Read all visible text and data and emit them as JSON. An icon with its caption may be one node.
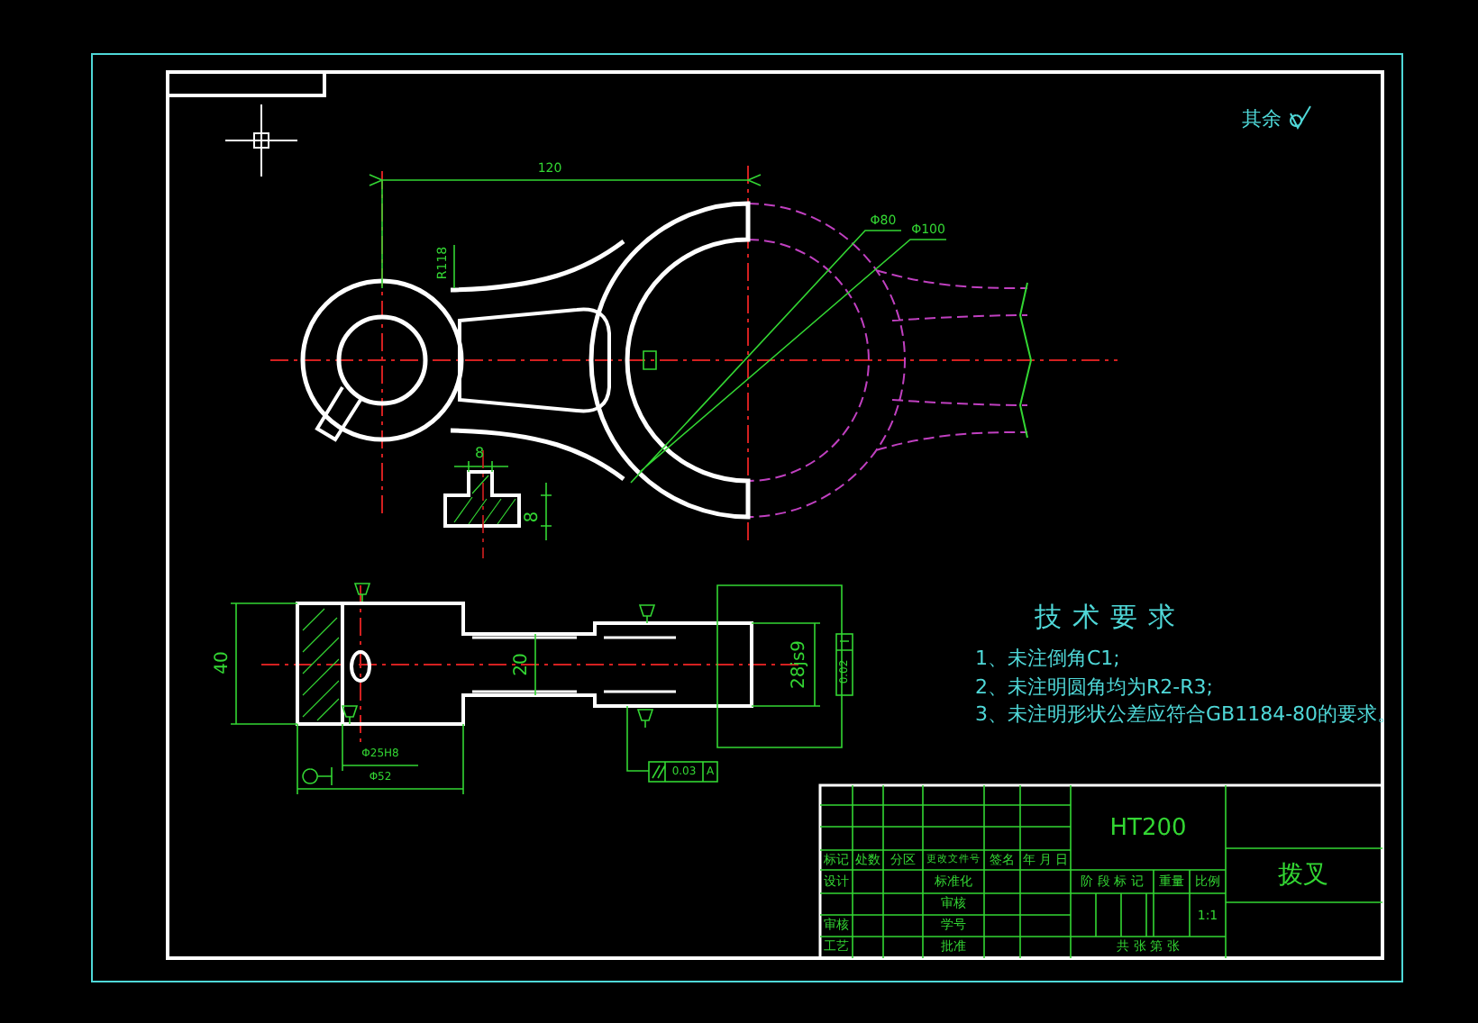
{
  "diagram": {
    "labels": [
      "其余",
      "120",
      "R118",
      "Φ80",
      "Φ100",
      "8",
      "8",
      "40",
      "20",
      "28js9",
      "0.02",
      "Φ25H8",
      "Φ52",
      "0.03",
      "A",
      "技术要求",
      "1、未注倒角C1;",
      "2、未注明圆角均为R2-R3;",
      "3、未注明形状公差应符合GB1184-80的要求。",
      "HT200",
      "拨叉",
      "标记",
      "处数",
      "分区",
      "更改文件号",
      "签名",
      "年 月 日",
      "设计",
      "标准化",
      "审核",
      "审核",
      "学号",
      "工艺",
      "批准",
      "阶 段 标 记",
      "重量",
      "比例",
      "1:1",
      "共 张 第 张"
    ]
  }
}
